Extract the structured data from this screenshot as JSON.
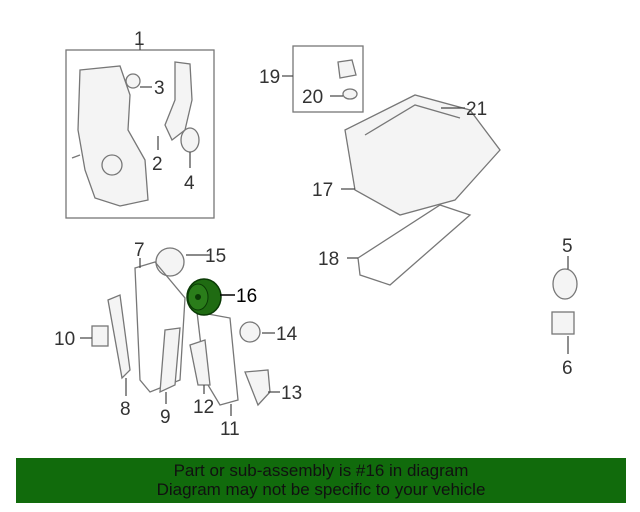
{
  "diagram": {
    "callouts": [
      "1",
      "2",
      "3",
      "4",
      "5",
      "6",
      "7",
      "8",
      "9",
      "10",
      "11",
      "12",
      "13",
      "14",
      "15",
      "16",
      "17",
      "18",
      "19",
      "20",
      "21"
    ],
    "highlighted_part": "16",
    "highlight_color": "#1f6b12"
  },
  "banner": {
    "line1": "Part or sub-assembly is #16 in diagram",
    "line2": "Diagram may not be specific to your vehicle",
    "background": "#116b0c"
  }
}
